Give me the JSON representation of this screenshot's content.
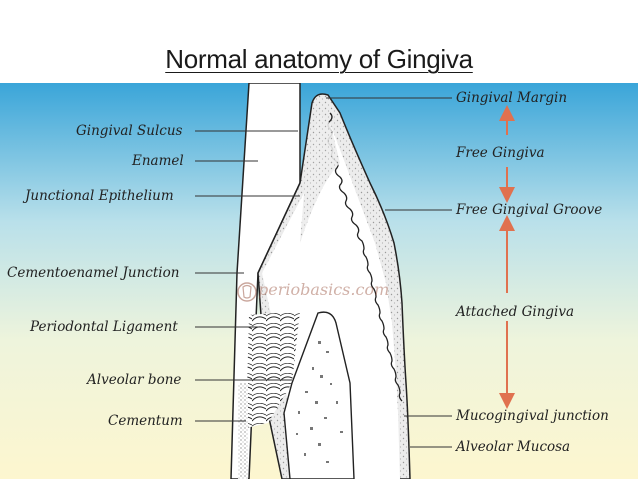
{
  "title": "Normal anatomy of Gingiva",
  "colors": {
    "background_top": "#3aa5d9",
    "background_bottom": "#fdf6cf",
    "arrow": "#e0714f",
    "leader_line": "#333333"
  },
  "left_labels": [
    "Gingival Sulcus",
    "Enamel",
    "Junctional Epithelium",
    "Cementoenamel Junction",
    "Periodontal Ligament",
    "Alveolar bone",
    "Cementum"
  ],
  "right_labels": [
    "Gingival Margin",
    "Free Gingiva",
    "Free Gingival Groove",
    "Attached Gingiva",
    "Mucogingival junction",
    "Alveolar Mucosa"
  ],
  "watermark": "periobasics.com",
  "icons": [
    "watermark-logo-icon"
  ]
}
